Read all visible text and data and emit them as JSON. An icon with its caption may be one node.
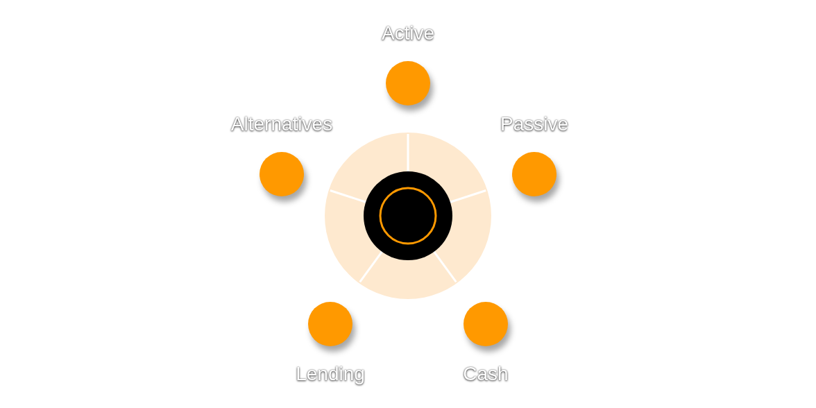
{
  "diagram": {
    "nodes": [
      {
        "text": [
          "Active"
        ]
      },
      {
        "text": [
          "Alternatives"
        ]
      },
      {
        "text": [
          "Passive"
        ]
      },
      {
        "text": [],
        "shape": "circle"
      },
      {
        "text": [
          "Lending"
        ]
      },
      {
        "text": [
          "Cash"
        ]
      }
    ]
  }
}
